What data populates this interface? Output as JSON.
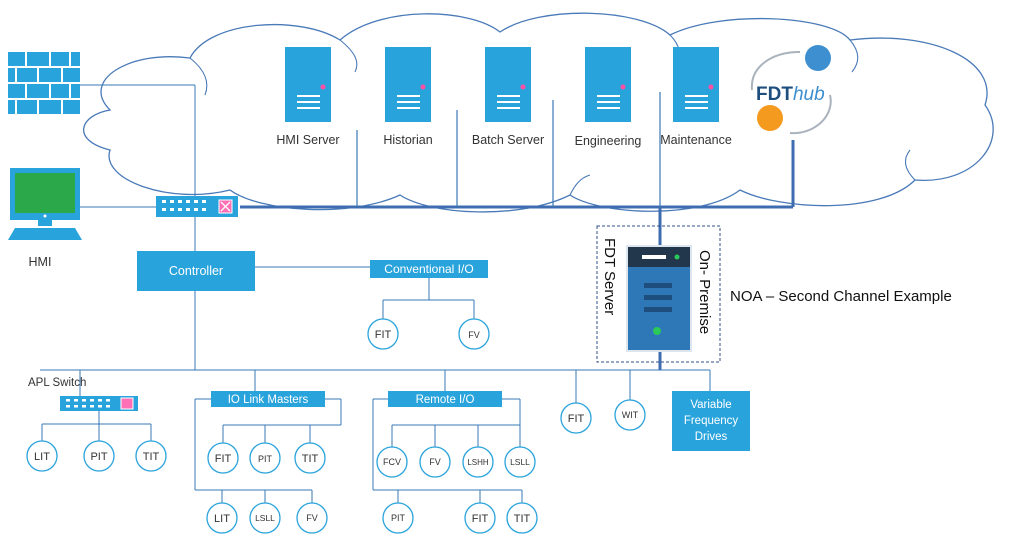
{
  "title": "NOA – Second Channel Example",
  "cloud": {
    "servers": [
      {
        "id": "hmi-server",
        "label": "HMI Server"
      },
      {
        "id": "historian",
        "label": "Historian"
      },
      {
        "id": "batch-server",
        "label": "Batch Server"
      },
      {
        "id": "engineering",
        "label": "Engineering"
      },
      {
        "id": "maintenance",
        "label": "Maintenance"
      }
    ],
    "logo": {
      "fdt": "FDT",
      "hub": "hub"
    }
  },
  "hmi_label": "HMI",
  "controller_label": "Controller",
  "conventional_io": {
    "label": "Conventional I/O",
    "devices": [
      "FIT",
      "FV"
    ]
  },
  "fdt_server": {
    "label": "FDT Server",
    "premise": "On- Premise"
  },
  "apl_switch": {
    "label": "APL Switch",
    "devices": [
      "LIT",
      "PIT",
      "TIT"
    ]
  },
  "io_link_masters": {
    "label": "IO Link Masters",
    "row1": [
      "FIT",
      "PIT",
      "TIT"
    ],
    "row2": [
      "LIT",
      "LSLL",
      "FV"
    ]
  },
  "remote_io": {
    "label": "Remote I/O",
    "row1": [
      "FCV",
      "FV",
      "LSHH",
      "LSLL"
    ],
    "row2": [
      "PIT",
      "FIT",
      "TIT"
    ]
  },
  "standalone_devices": [
    "FIT",
    "WIT"
  ],
  "vfd_label": [
    "Variable",
    "Frequency",
    "Drives"
  ],
  "colors": {
    "accent": "#29a3dc",
    "line": "#3d6db0",
    "thin_line": "#29a3dc",
    "device_border": "#29a3dc",
    "server_dark": "#1e4e7e"
  }
}
